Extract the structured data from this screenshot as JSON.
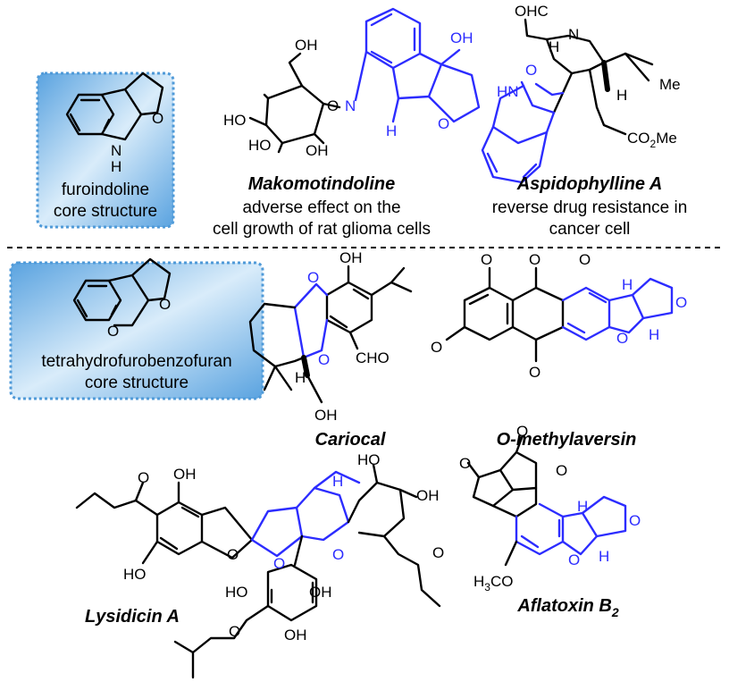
{
  "core1": {
    "caption_line1": "furoindoline",
    "caption_line2": "core structure"
  },
  "core2": {
    "caption_line1": "tetrahydrofurobenzofuran",
    "caption_line2": "core structure"
  },
  "compounds": {
    "makomotindoline": {
      "name": "Makomotindoline",
      "desc1": "adverse effect on the",
      "desc2": "cell growth of rat glioma cells"
    },
    "aspidophylline": {
      "name": "Aspidophylline A",
      "desc1": "reverse drug resistance in",
      "desc2": "cancer cell"
    },
    "cariocal": {
      "name": "Cariocal"
    },
    "omethylaversin": {
      "name": "O-methylaversin"
    },
    "lysidicin": {
      "name": "Lysidicin A"
    },
    "aflatoxin": {
      "name": "Aflatoxin B",
      "subscript": "2"
    }
  },
  "atoms": {
    "oh": "OH",
    "ho": "HO",
    "o": "O",
    "n": "N",
    "h": "H",
    "hn": "HN",
    "ohc": "OHC",
    "me": "Me",
    "co2me": "CO",
    "co2me_sub": "2",
    "co2me_tail": "Me",
    "cho": "CHO",
    "h3co": "H",
    "h3co_sub": "3",
    "h3co_tail": "CO"
  },
  "colors": {
    "highlight_blue": "#2c2cff",
    "box_fill": "#8fc3ea",
    "box_border": "#4f9ad8"
  }
}
